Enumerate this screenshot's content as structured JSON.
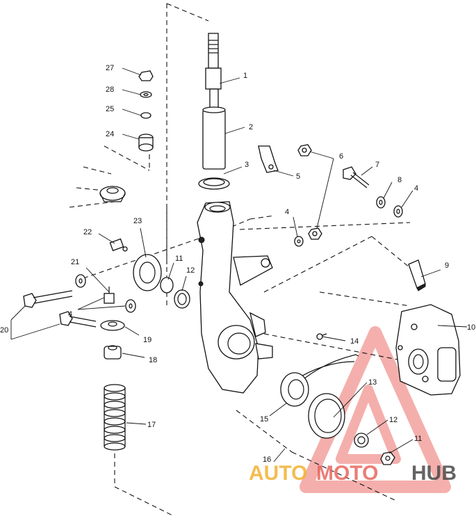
{
  "diagram": {
    "labels": [
      "27",
      "28",
      "25",
      "24",
      "1",
      "2",
      "3",
      "5",
      "6",
      "7",
      "8",
      "4",
      "4",
      "23",
      "22",
      "21",
      "11",
      "12",
      "9",
      "10",
      "14",
      "4",
      "20",
      "19",
      "18",
      "13",
      "15",
      "12",
      "11",
      "16",
      "17"
    ]
  },
  "watermark": {
    "auto": "AUTO",
    "moto": "MOTO",
    "hub": "HUB",
    "colors": {
      "red": "#e8675f",
      "orange": "#f2b233",
      "grey": "#4a4a4a",
      "triangle": "#ec6f6a"
    }
  }
}
